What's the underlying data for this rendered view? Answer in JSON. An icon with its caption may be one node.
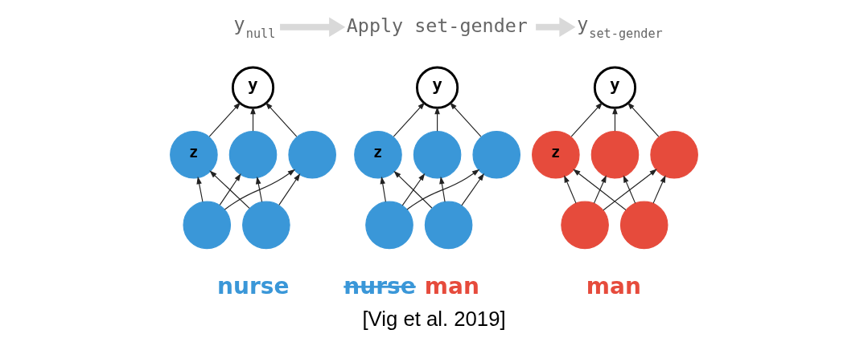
{
  "diagram": {
    "caption": "[Vig et al. 2019]",
    "nodes": [
      {
        "text": [
          "y$_{null}$"
        ]
      },
      {
        "text": [
          "Apply set-gender"
        ]
      },
      {
        "text": [
          "y$_{set-gender}$"
        ]
      },
      {
        "text": [
          "y"
        ]
      },
      {
        "text": [
          "z"
        ]
      },
      {
        "text": [],
        "shape": "circle"
      },
      {
        "text": [],
        "shape": "circle"
      },
      {
        "text": [],
        "shape": "circle"
      },
      {
        "text": [],
        "shape": "circle"
      },
      {
        "text": [
          "y"
        ]
      },
      {
        "text": [
          "z"
        ]
      },
      {
        "text": [],
        "shape": "circle"
      },
      {
        "text": [],
        "shape": "circle"
      },
      {
        "text": [],
        "shape": "circle"
      },
      {
        "text": [],
        "shape": "circle"
      },
      {
        "text": [
          "y"
        ]
      },
      {
        "text": [
          "z"
        ]
      },
      {
        "text": [],
        "shape": "circle"
      },
      {
        "text": [],
        "shape": "circle"
      },
      {
        "text": [],
        "shape": "circle"
      },
      {
        "text": [],
        "shape": "circle"
      }
    ],
    "edges": [
      {
        "from": 0,
        "to": 1,
        "arrow": "to",
        "style": "thick",
        "color": "#d9d9d9"
      },
      {
        "from": 1,
        "to": 2,
        "arrow": "to",
        "style": "thick",
        "color": "#d9d9d9"
      },
      {
        "from": 7,
        "to": 4,
        "arrow": "to"
      },
      {
        "from": 7,
        "to": 5,
        "arrow": "to"
      },
      {
        "from": 7,
        "to": 6,
        "arrow": "to"
      },
      {
        "from": 8,
        "to": 4,
        "arrow": "to"
      },
      {
        "from": 8,
        "to": 5,
        "arrow": "to"
      },
      {
        "from": 8,
        "to": 6,
        "arrow": "to"
      },
      {
        "from": 4,
        "to": 3,
        "arrow": "to"
      },
      {
        "from": 5,
        "to": 3,
        "arrow": "to"
      },
      {
        "from": 6,
        "to": 3,
        "arrow": "to"
      },
      {
        "from": 13,
        "to": 10,
        "arrow": "to"
      },
      {
        "from": 13,
        "to": 11,
        "arrow": "to"
      },
      {
        "from": 13,
        "to": 12,
        "arrow": "to"
      },
      {
        "from": 14,
        "to": 10,
        "arrow": "to"
      },
      {
        "from": 14,
        "to": 11,
        "arrow": "to"
      },
      {
        "from": 14,
        "to": 12,
        "arrow": "to"
      },
      {
        "from": 10,
        "to": 9,
        "arrow": "to"
      },
      {
        "from": 11,
        "to": 9,
        "arrow": "to"
      },
      {
        "from": 12,
        "to": 9,
        "arrow": "to"
      },
      {
        "from": 19,
        "to": 16,
        "arrow": "to"
      },
      {
        "from": 19,
        "to": 17,
        "arrow": "to"
      },
      {
        "from": 19,
        "to": 18,
        "arrow": "to"
      },
      {
        "from": 20,
        "to": 16,
        "arrow": "to"
      },
      {
        "from": 20,
        "to": 17,
        "arrow": "to"
      },
      {
        "from": 20,
        "to": 18,
        "arrow": "to"
      },
      {
        "from": 16,
        "to": 15,
        "arrow": "to"
      },
      {
        "from": 17,
        "to": 15,
        "arrow": "to"
      },
      {
        "from": 18,
        "to": 15,
        "arrow": "to"
      }
    ],
    "labels": [
      "nurse",
      "nurse",
      "man",
      "man"
    ]
  }
}
